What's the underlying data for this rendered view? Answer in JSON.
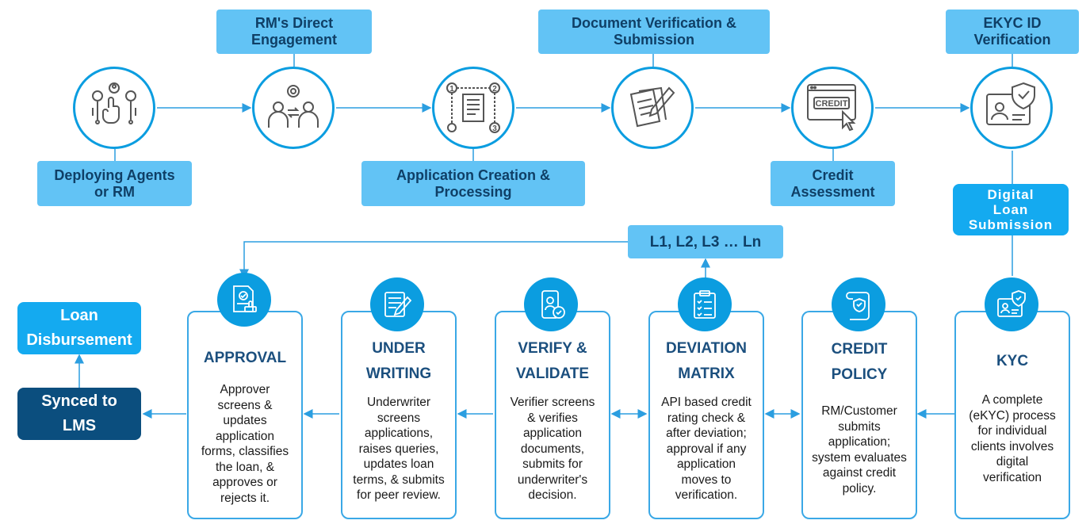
{
  "top_labels": {
    "deploying": "Deploying Agents\nor RM",
    "rm_direct": "RM's Direct\nEngagement",
    "application": "Application Creation &\nProcessing",
    "document": "Document  Verification &\nSubmission",
    "credit_assessment": "Credit\nAssessment",
    "ekyc": "EKYC ID\nVerification",
    "digital_loan": "Digital\nLoan\nSubmission"
  },
  "levels_label": "L1, L2, L3 … Ln",
  "icon_texts": {
    "credit_card": "CREDIT",
    "steps": [
      "1",
      "2",
      "3"
    ]
  },
  "cards": [
    {
      "title": "APPROVAL",
      "desc": "Approver\nscreens &\nupdates\napplication\nforms, classifies\nthe loan, &\napproves or\nrejects it."
    },
    {
      "title": "UNDER\nWRITING",
      "desc": "Underwriter\nscreens\napplications,\nraises queries,\nupdates loan\nterms, & submits\nfor peer review."
    },
    {
      "title": "VERIFY &\nVALIDATE",
      "desc": "Verifier screens\n& verifies\napplication\ndocuments,\nsubmits for\nunderwriter's\ndecision."
    },
    {
      "title": "DEVIATION\nMATRIX",
      "desc": "API based credit\nrating check &\nafter  deviation;\napproval if any\napplication\nmoves to\nverification."
    },
    {
      "title": "CREDIT\nPOLICY",
      "desc": "RM/Customer\nsubmits\napplication;\nsystem evaluates\nagainst credit\npolicy."
    },
    {
      "title": "KYC",
      "desc": "A complete\n(eKYC) process\nfor individual\nclients involves\ndigital\nverification"
    }
  ],
  "loan_disbursement": "Loan\nDisbursement",
  "synced_lms": "Synced to\nLMS",
  "colors": {
    "accent": "#0b9de0",
    "label_bg": "#62c3f5",
    "label_text": "#0f3f66",
    "dark": "#0b4e7e",
    "title": "#1b4f7e"
  }
}
